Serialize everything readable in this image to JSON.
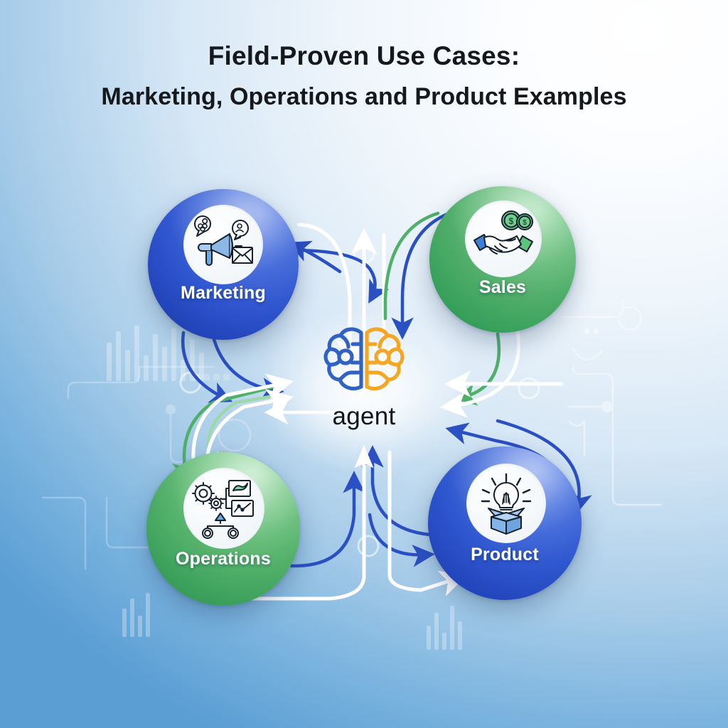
{
  "title": {
    "line1": "Field-Proven Use Cases:",
    "line2": "Marketing, Operations and Product Examples"
  },
  "center": {
    "label": "agent",
    "icon": "brain-icon",
    "left_hemisphere_color": "#2f62c4",
    "right_hemisphere_color": "#f5a623"
  },
  "nodes": [
    {
      "id": "marketing",
      "label": "Marketing",
      "icon": "megaphone-icon",
      "icon_parts": [
        "megaphone",
        "speech-bubble-target",
        "speech-bubble-person",
        "envelope"
      ],
      "color": "#2f55cf",
      "color_light": "#7d9bea",
      "position": "top-left"
    },
    {
      "id": "sales",
      "label": "Sales",
      "icon": "handshake-icon",
      "icon_parts": [
        "handshake",
        "dollar-coin",
        "dollar-coin-second"
      ],
      "color": "#51ae6a",
      "color_light": "#a9dfb4",
      "position": "top-right"
    },
    {
      "id": "operations",
      "label": "Operations",
      "icon": "gears-workflow-icon",
      "icon_parts": [
        "gear-large",
        "gear-small",
        "flow-node-map",
        "flow-node-chart",
        "org-chart"
      ],
      "color": "#58b46e",
      "color_light": "#b7e6bf",
      "position": "bottom-left"
    },
    {
      "id": "product",
      "label": "Product",
      "icon": "lightbulb-box-icon",
      "icon_parts": [
        "lightbulb",
        "open-box",
        "idea-rays"
      ],
      "color": "#2f57cf",
      "color_light": "#86a3ee",
      "position": "bottom-right"
    }
  ],
  "connections": {
    "description": "bidirectional curved arrows between each node and the central agent",
    "colors": {
      "blue": "#2b50c4",
      "green": "#4fb06a",
      "white": "#ffffff"
    }
  },
  "background": {
    "gradient_from": "#ffffff",
    "gradient_to": "#5b9ed4",
    "decorations": [
      "bar-chart-silhouette",
      "circuit-traces",
      "outline-circles"
    ]
  }
}
